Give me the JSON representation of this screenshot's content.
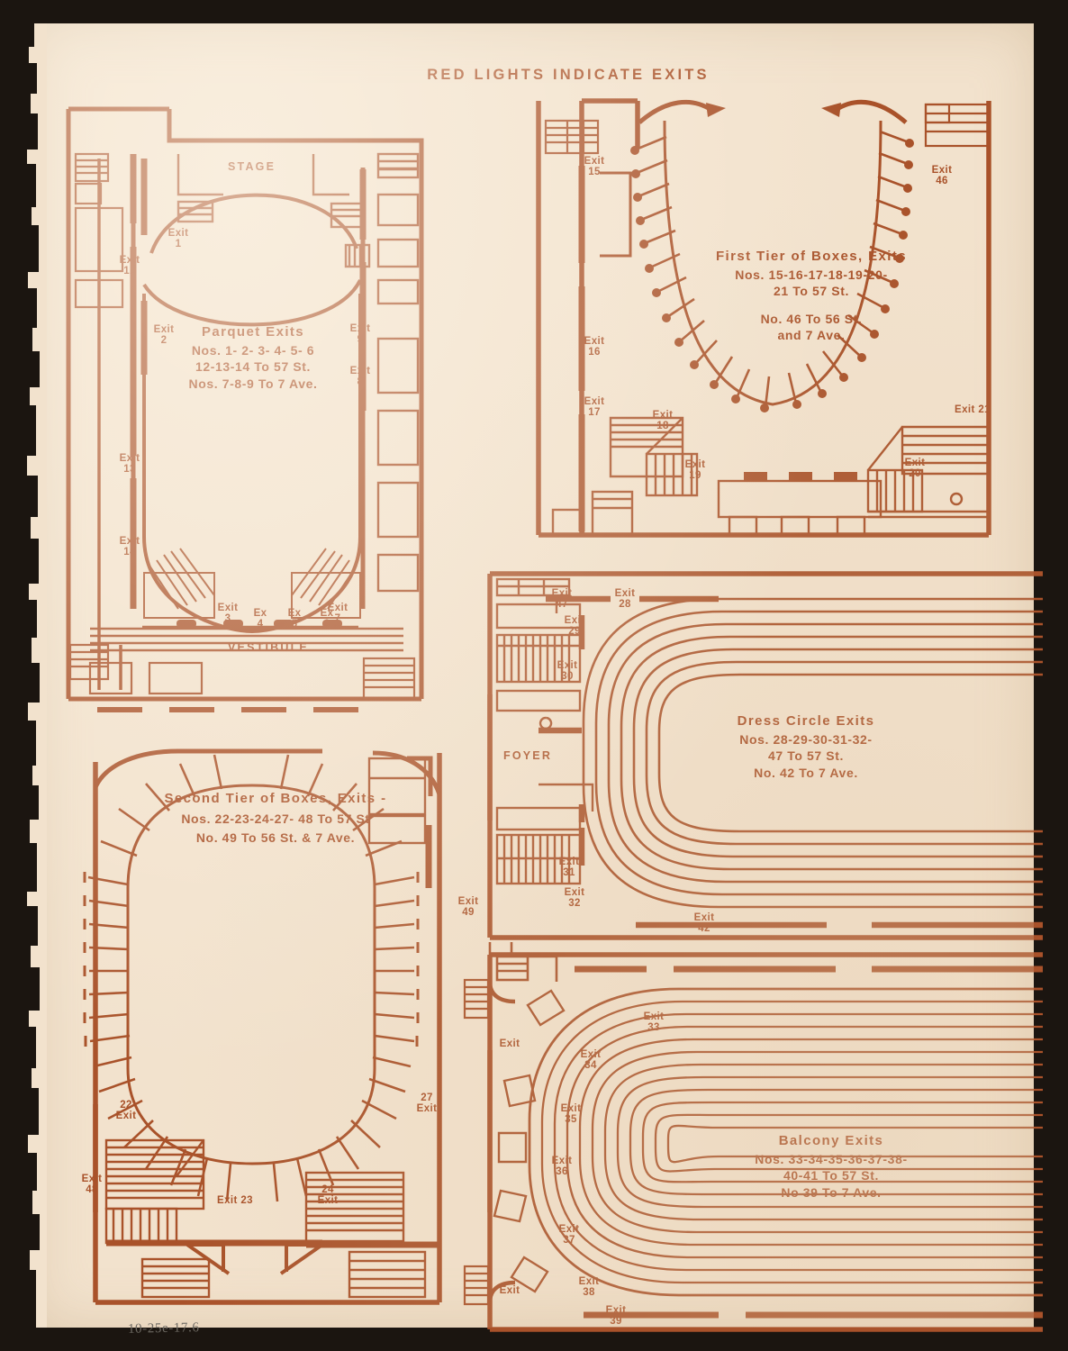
{
  "document": {
    "title": "RED LIGHTS INDICATE EXITS",
    "pencil_note": "10-25e-17.6"
  },
  "plans": {
    "parquet": {
      "room_labels": {
        "stage": "STAGE",
        "vestibule": "VESTIBULE"
      },
      "legend": {
        "heading": "Parquet Exits",
        "line1": "Nos. 1- 2- 3- 4- 5- 6",
        "line2": "12-13-14 To 57 St.",
        "line3": "Nos. 7-8-9  To 7 Ave."
      },
      "exits": [
        {
          "id": "1",
          "label": "Exit\n1"
        },
        {
          "id": "2",
          "label": "Exit\n2"
        },
        {
          "id": "12",
          "label": "Exit\n12"
        },
        {
          "id": "13",
          "label": "Exit\n13"
        },
        {
          "id": "14",
          "label": "Exit\n14"
        },
        {
          "id": "3",
          "label": "Exit\n3"
        },
        {
          "id": "4",
          "label": "Ex\n4"
        },
        {
          "id": "5",
          "label": "Ex\n5"
        },
        {
          "id": "6",
          "label": "Ex\n6"
        },
        {
          "id": "7",
          "label": "Exit\n7"
        },
        {
          "id": "9",
          "label": "Exit\n9"
        },
        {
          "id": "8",
          "label": "Exit\n8"
        }
      ]
    },
    "first_tier": {
      "legend": {
        "heading": "First Tier of Boxes, Exits",
        "line1": "Nos. 15-16-17-18-19-20-",
        "line2": "21 To 57 St.",
        "line3": "No. 46 To 56 St.",
        "line4": "and 7 Ave."
      },
      "exits": [
        {
          "id": "15",
          "label": "Exit\n15"
        },
        {
          "id": "16",
          "label": "Exit\n16"
        },
        {
          "id": "17",
          "label": "Exit\n17"
        },
        {
          "id": "18",
          "label": "Exit\n18"
        },
        {
          "id": "19",
          "label": "Exit\n19"
        },
        {
          "id": "20",
          "label": "Exit\n20"
        },
        {
          "id": "21",
          "label": "Exit 21"
        },
        {
          "id": "46",
          "label": "Exit\n46"
        }
      ]
    },
    "dress_circle": {
      "room_labels": {
        "foyer": "FOYER"
      },
      "legend": {
        "heading": "Dress Circle Exits",
        "line1": "Nos. 28-29-30-31-32-",
        "line2": "47 To 57 St.",
        "line3": "No. 42 To  7 Ave."
      },
      "exits": [
        {
          "id": "47",
          "label": "Exit\n47"
        },
        {
          "id": "28",
          "label": "Exit\n28"
        },
        {
          "id": "29",
          "label": "Exit\n29"
        },
        {
          "id": "30",
          "label": "Exit\n30"
        },
        {
          "id": "31",
          "label": "Exit\n31"
        },
        {
          "id": "32",
          "label": "Exit\n32"
        },
        {
          "id": "42",
          "label": "Exit\n42"
        }
      ]
    },
    "second_tier": {
      "legend": {
        "heading": "Second Tier of Boxes, Exits -",
        "line1": "Nos. 22-23-24-27- 48 To 57 St",
        "line2": "No.  49 To 56 St. & 7 Ave."
      },
      "exits": [
        {
          "id": "22",
          "label": "22\nExit"
        },
        {
          "id": "23",
          "label": "Exit 23"
        },
        {
          "id": "24",
          "label": "24\nExit"
        },
        {
          "id": "27",
          "label": "27\nExit"
        },
        {
          "id": "48",
          "label": "Exit\n48"
        },
        {
          "id": "49",
          "label": "Exit\n49"
        }
      ]
    },
    "balcony": {
      "legend": {
        "heading": "Balcony Exits",
        "line1": "Nos. 33-34-35-36-37-38-",
        "line2": "40-41 To 57 St.",
        "line3": "No 39 To 7 Ave."
      },
      "exits": [
        {
          "id": "33",
          "label": "Exit\n33"
        },
        {
          "id": "34",
          "label": "Exit\n34"
        },
        {
          "id": "35",
          "label": "Exit\n35"
        },
        {
          "id": "36",
          "label": "Exit\n36"
        },
        {
          "id": "37",
          "label": "Exit\n37"
        },
        {
          "id": "38",
          "label": "Exit\n38"
        },
        {
          "id": "39",
          "label": "Exit\n39"
        },
        {
          "id": "u1",
          "label": "Exit"
        },
        {
          "id": "u2",
          "label": "Exit"
        }
      ]
    }
  },
  "colors": {
    "ink": "#a9522a",
    "paper": "#f2e2cd",
    "mount": "#1b1510",
    "pencil": "#6e6a63"
  }
}
